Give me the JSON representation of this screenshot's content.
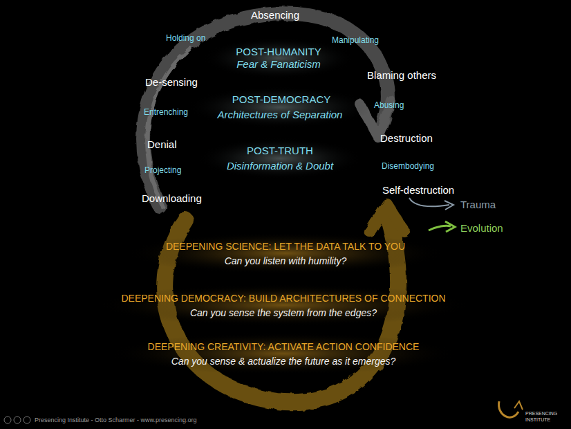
{
  "diagram": {
    "labels": [
      "Absencing",
      "Holding on",
      "Manipulating",
      "POST-HUMANITY",
      "Fear & Fanaticism",
      "Blaming others",
      "De-sensing",
      "POST-DEMOCRACY",
      "Architectures of Separation",
      "Abusing",
      "Entrenching",
      "Denial",
      "Destruction",
      "POST-TRUTH",
      "Disinformation & Doubt",
      "Projecting",
      "Disembodying",
      "Downloading",
      "Self-destruction",
      "Trauma",
      "Evolution",
      "DEEPENING SCIENCE: LET THE DATA TALK TO YOU",
      "Can you listen with humility?",
      "DEEPENING DEMOCRACY: BUILD ARCHITECTURES OF CONNECTION",
      "Can you sense the system from the edges?",
      "DEEPENING CREATIVITY: ACTIVATE ACTION CONFIDENCE",
      "Can you sense & actualize the future as it emerges?",
      "Presencing Institute - Otto Scharmer - www.presencing.org",
      "PRESENCING",
      "INSTITUTE"
    ]
  }
}
